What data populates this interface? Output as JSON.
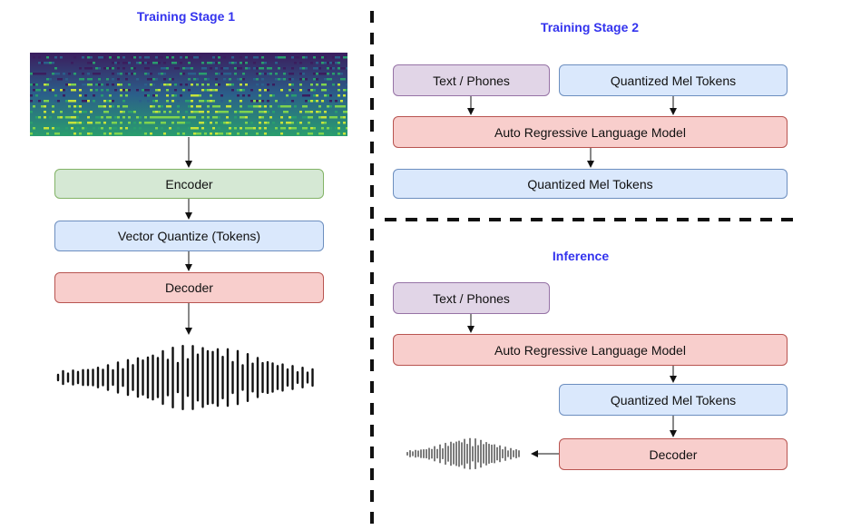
{
  "colors": {
    "title": "#3333ee",
    "encoder": "#d5e8d4",
    "tokens": "#dae8fc",
    "model": "#f8cecc",
    "text": "#e1d5e7"
  },
  "stage1": {
    "title": "Training Stage 1",
    "encoder": "Encoder",
    "vq": "Vector Quantize (Tokens)",
    "decoder": "Decoder"
  },
  "stage2": {
    "title": "Training Stage 2",
    "text": "Text / Phones",
    "mel_in": "Quantized Mel Tokens",
    "model": "Auto Regressive Language Model",
    "mel_out": "Quantized Mel Tokens"
  },
  "inference": {
    "title": "Inference",
    "text": "Text / Phones",
    "model": "Auto Regressive Language Model",
    "mel": "Quantized Mel Tokens",
    "decoder": "Decoder"
  }
}
